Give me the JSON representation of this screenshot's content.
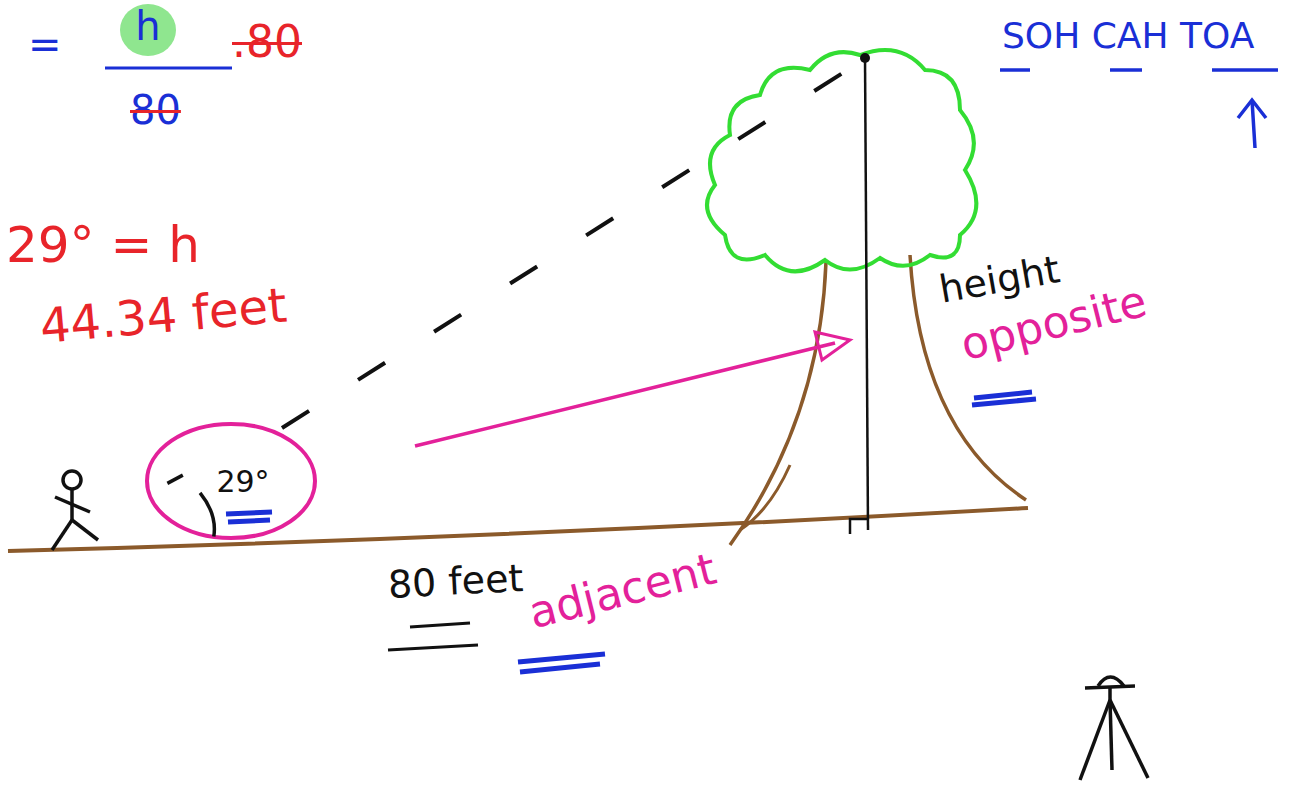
{
  "diagram": {
    "nodes": [
      {
        "text": [
          "h"
        ]
      },
      {
        "text": [
          "29°"
        ]
      }
    ],
    "labels": [
      "=",
      "80",
      ".80",
      "29° = h",
      "44.34 feet",
      "SOH CAH TOA",
      "80 feet",
      "adjacent",
      "height",
      "opposite"
    ]
  }
}
